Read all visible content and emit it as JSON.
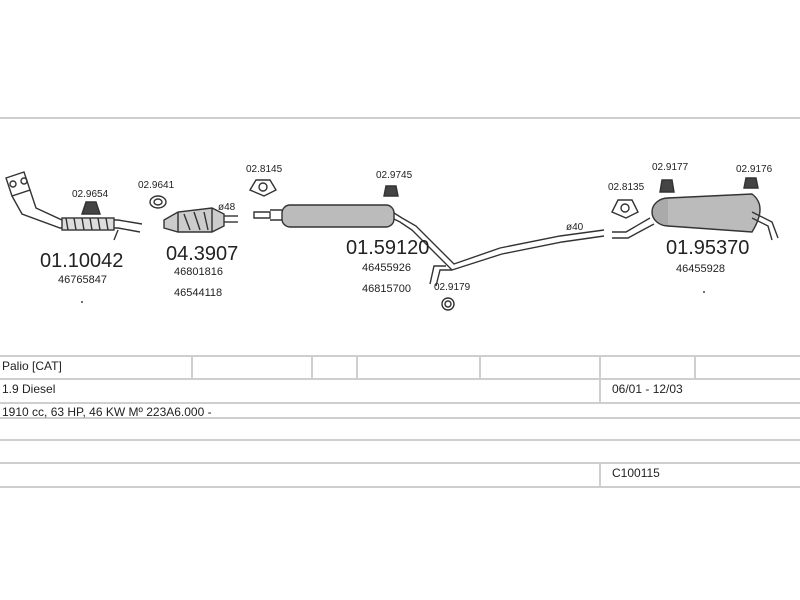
{
  "parts": {
    "front_pipe": {
      "number": "01.10042",
      "oe": "46765847"
    },
    "catalyst": {
      "number": "04.3907",
      "oe1": "46801816",
      "oe2": "46544118"
    },
    "middle_silencer": {
      "number": "01.59120",
      "oe1": "46455926",
      "oe2": "46815700"
    },
    "rear_silencer": {
      "number": "01.95370",
      "oe": "46455928"
    }
  },
  "accessories": {
    "a1": "02.9654",
    "a2": "02.9641",
    "a3": "02.8145",
    "a4": "02.9745",
    "a5": "02.9179",
    "a6": "02.8135",
    "a7": "02.9177",
    "a8": "02.9176"
  },
  "diameters": {
    "d48": "ø48",
    "d40": "ø40"
  },
  "vehicle": {
    "model": "Palio  [CAT]",
    "engine": "1.9 Diesel",
    "years": "06/01 - 12/03",
    "spec": "1910 cc, 63 HP, 46 KW  Mº 223A6.000 -",
    "code": "C100115"
  }
}
